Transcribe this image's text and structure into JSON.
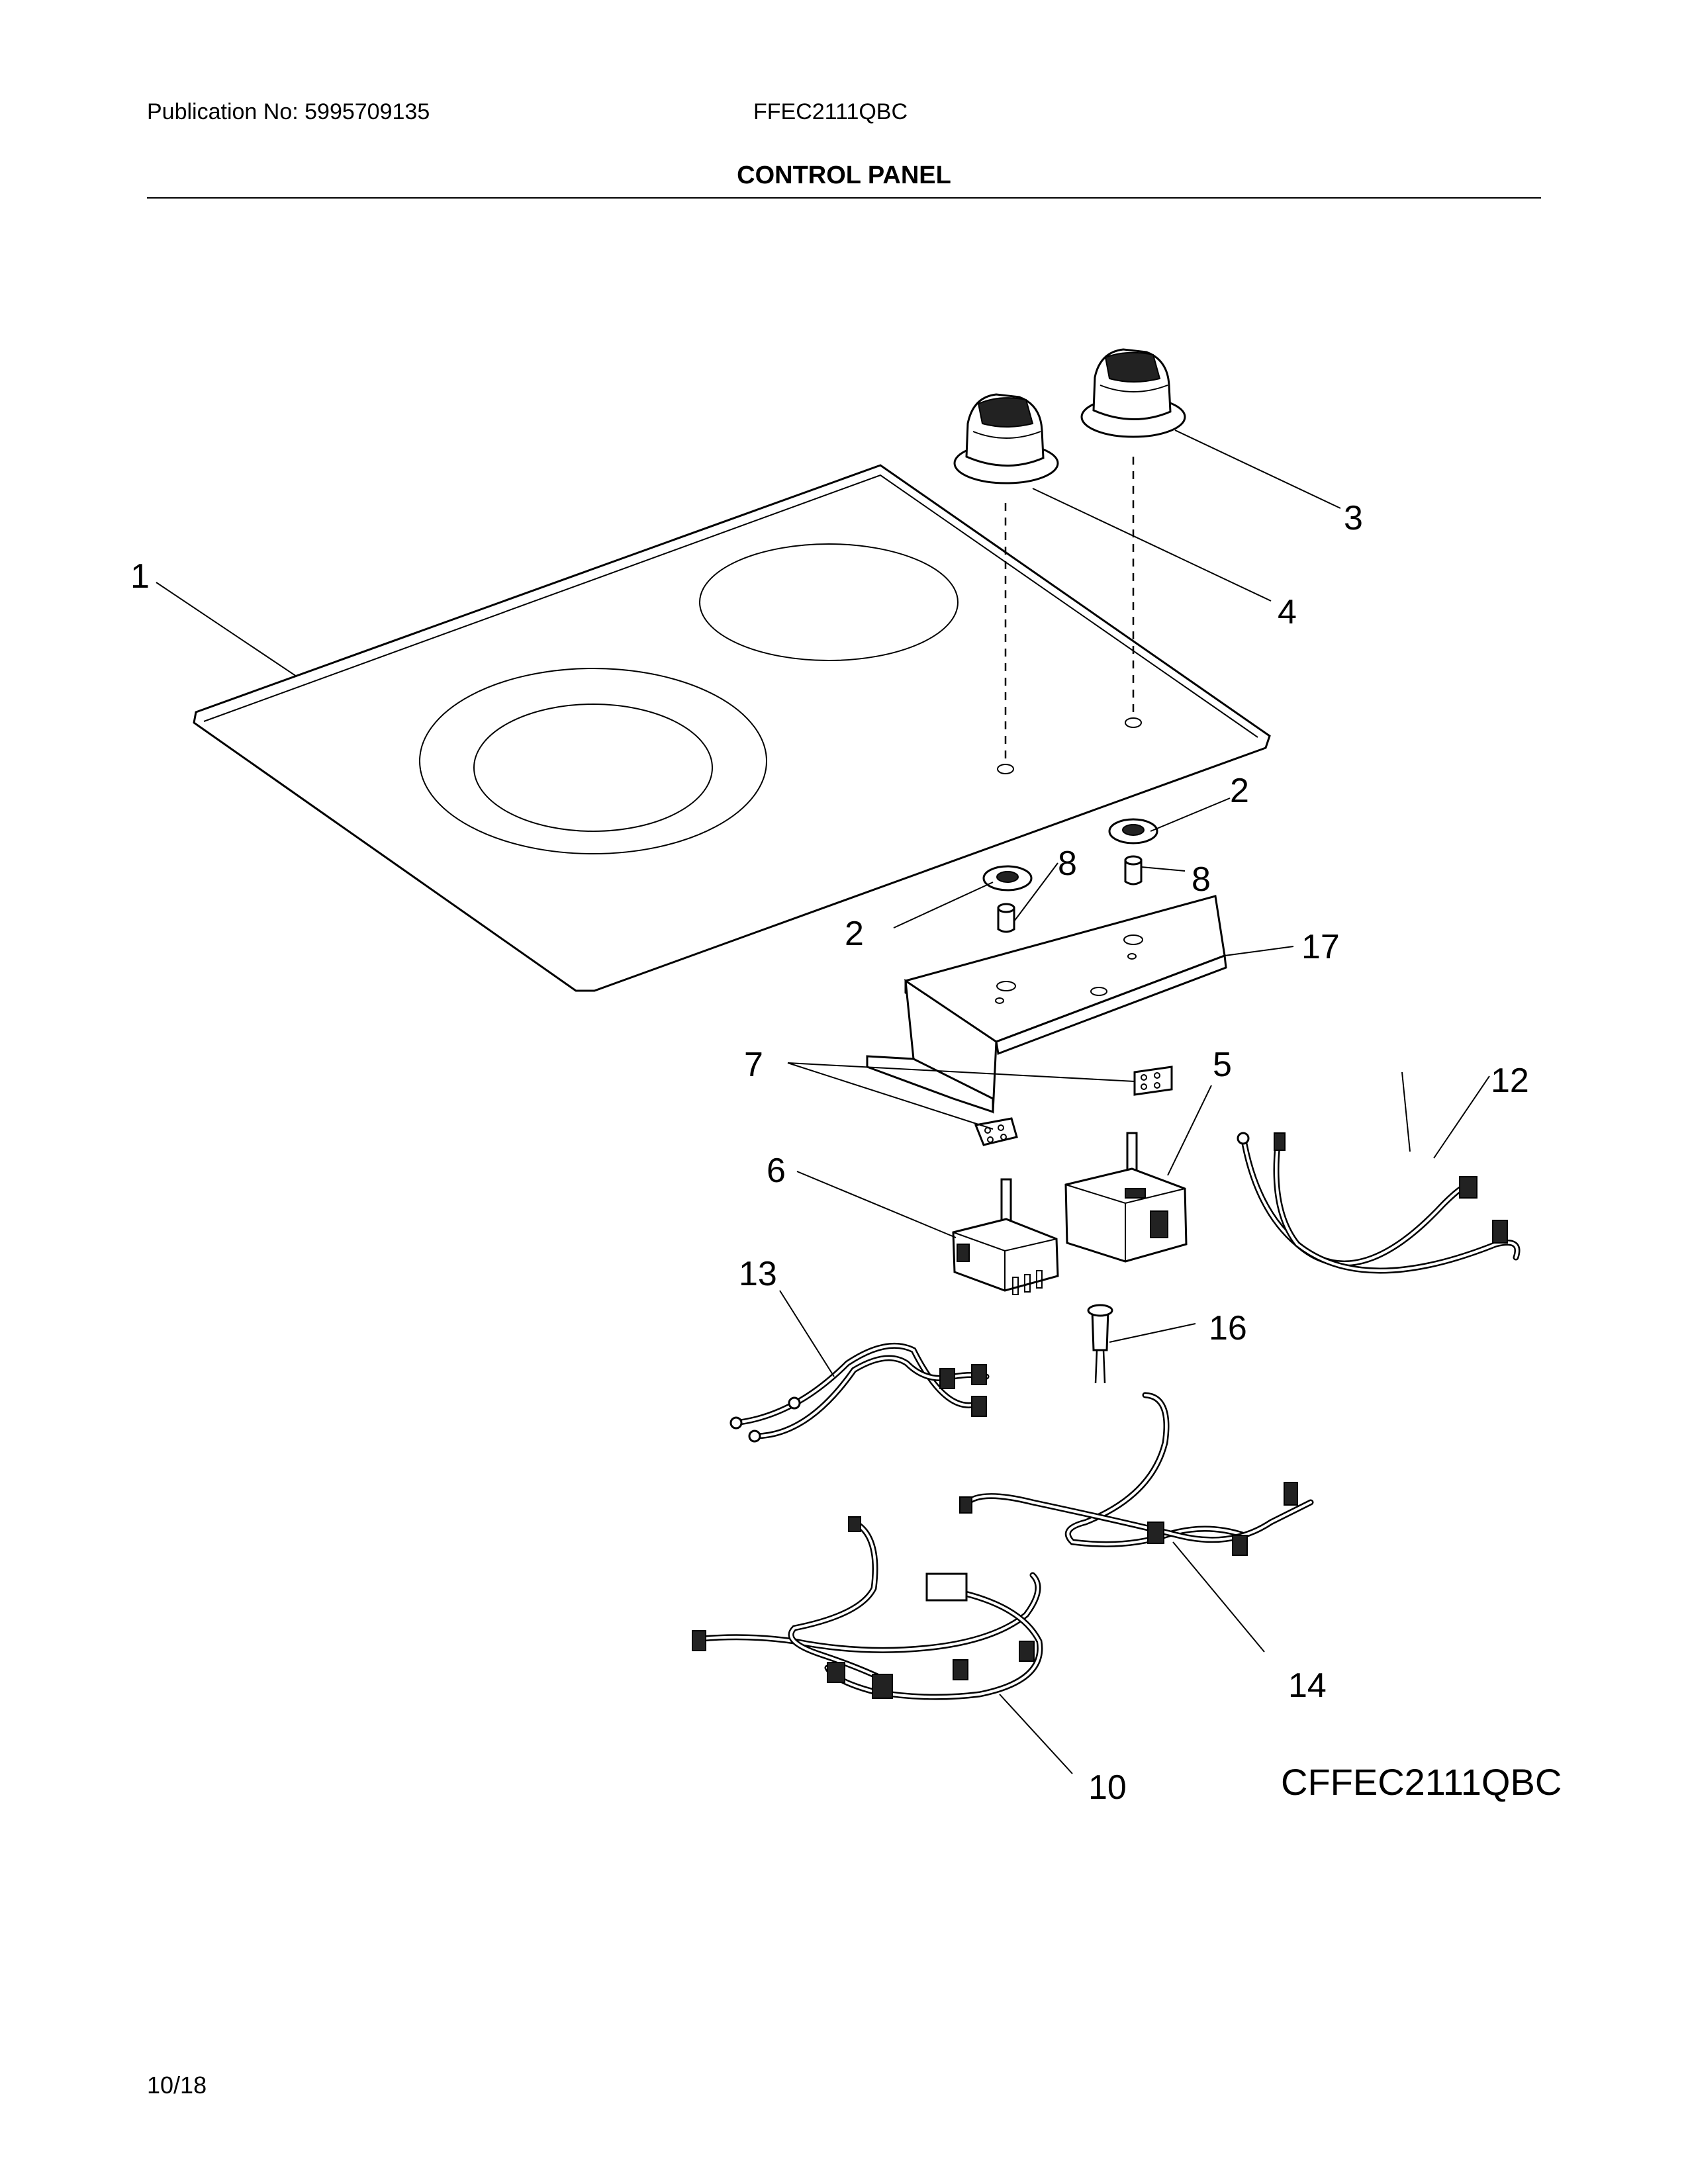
{
  "header": {
    "publication": "Publication No: 5995709135",
    "model": "FFEC2111QBC",
    "section_title": "CONTROL PANEL"
  },
  "callouts": [
    "1",
    "2",
    "2",
    "3",
    "4",
    "5",
    "6",
    "7",
    "8",
    "8",
    "10",
    "12",
    "13",
    "14",
    "16",
    "17"
  ],
  "diagram_code": "CFFEC2111QBC",
  "footer": {
    "date": "10/18"
  }
}
